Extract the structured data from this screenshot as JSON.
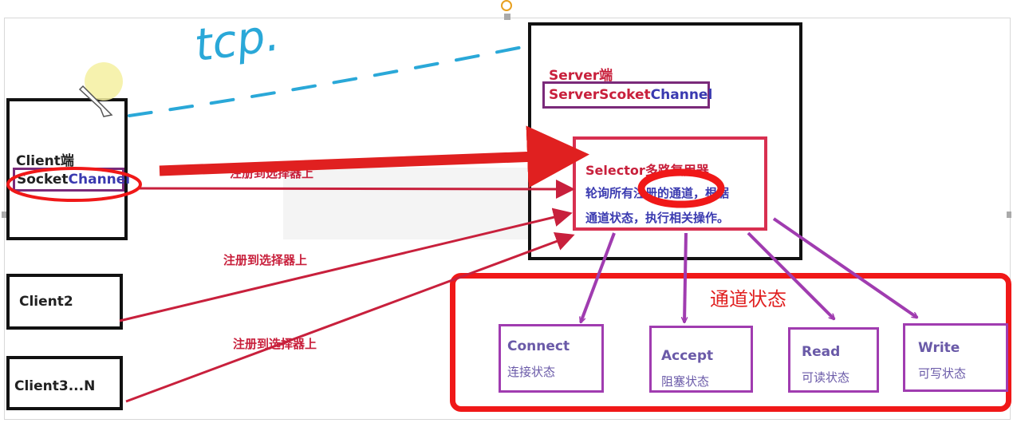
{
  "handwriting": {
    "tcp": "tcp."
  },
  "client1": {
    "title": "Client端",
    "channel_part1": "Socket",
    "channel_part2": "Channel"
  },
  "client2": {
    "title": "Client2"
  },
  "client3": {
    "title": "Client3...N"
  },
  "server": {
    "title": "Server端",
    "channel_part1": "ServerScoket",
    "channel_part2": "Channel"
  },
  "selector": {
    "title": "Selector多路复用器",
    "desc_line1": "轮询所有注册的通道，根据",
    "desc_line2": "通道状态，执行相关操作。"
  },
  "register_labels": [
    "注册到选择器上",
    "注册到选择器上",
    "注册到选择器上"
  ],
  "states_group": {
    "title": "通道状态"
  },
  "states": [
    {
      "name": "Connect",
      "desc": "连接状态"
    },
    {
      "name": "Accept",
      "desc": "阻塞状态"
    },
    {
      "name": "Read",
      "desc": "可读状态"
    },
    {
      "name": "Write",
      "desc": "可写状态"
    }
  ],
  "colors": {
    "arrow_red": "#e02020",
    "line_crimson": "#c8203c",
    "purple": "#a03cb0",
    "tcp_blue": "#2aa8d8"
  }
}
